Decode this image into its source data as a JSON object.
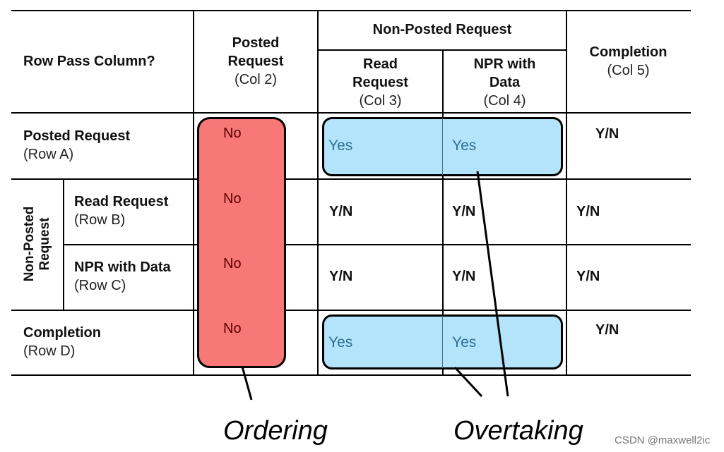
{
  "corner_label": "Row Pass Column?",
  "columns": {
    "col2": {
      "title_line1": "Posted",
      "title_line2": "Request",
      "sub": "(Col 2)"
    },
    "npr_group": "Non-Posted Request",
    "col3": {
      "title_line1": "Read",
      "title_line2": "Request",
      "sub": "(Col 3)"
    },
    "col4": {
      "title_line1": "NPR with",
      "title_line2": "Data",
      "sub": "(Col 4)"
    },
    "col5": {
      "title": "Completion",
      "sub": "(Col 5)"
    }
  },
  "rows": {
    "a": {
      "title": "Posted Request",
      "sub": "(Row A)"
    },
    "npr_group": "Non-Posted Request",
    "npr_group_line1": "Non-Posted",
    "npr_group_line2": "Request",
    "b": {
      "title": "Read Request",
      "sub": "(Row B)"
    },
    "c": {
      "title": "NPR with Data",
      "sub": "(Row C)"
    },
    "d": {
      "title": "Completion",
      "sub": "(Row D)"
    }
  },
  "cells": {
    "a": {
      "c2": "No",
      "c3": "Yes",
      "c4": "Yes",
      "c5": "Y/N"
    },
    "b": {
      "c2": "No",
      "c3": "Y/N",
      "c4": "Y/N",
      "c5": "Y/N"
    },
    "c": {
      "c2": "No",
      "c3": "Y/N",
      "c4": "Y/N",
      "c5": "Y/N"
    },
    "d": {
      "c2": "No",
      "c3": "Yes",
      "c4": "Yes",
      "c5": "Y/N"
    }
  },
  "callouts": {
    "ordering": "Ordering",
    "overtaking": "Overtaking"
  },
  "colors": {
    "ordering_fill": "#f87777",
    "overtaking_fill": "#b3e4fb"
  },
  "watermark": "CSDN @maxwell2ic"
}
